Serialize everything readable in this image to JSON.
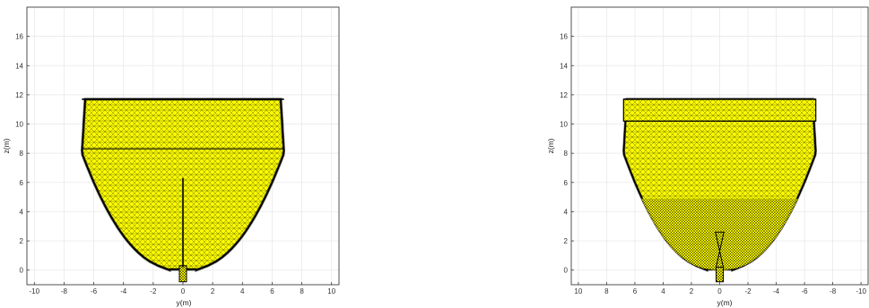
{
  "chart_data": [
    {
      "type": "mesh-plot",
      "subject": "hull-section-front",
      "xlabel": "y(m)",
      "ylabel": "z(m)",
      "xlim": [
        -10.5,
        10.5
      ],
      "ylim": [
        -1,
        18
      ],
      "xticks": [
        -10,
        -8,
        -6,
        -4,
        -2,
        0,
        2,
        4,
        6,
        8,
        10
      ],
      "yticks": [
        0,
        2,
        4,
        6,
        8,
        10,
        12,
        14,
        16
      ],
      "x_reversed": false,
      "grid": true,
      "mesh_color": "#ffff00",
      "edge_color": "#000000",
      "hull": {
        "half_beam": 6.8,
        "deck_z": 11.7,
        "keel_z": 0,
        "skeg_half_width": 0.35,
        "skeg_bottom_z": -0.8,
        "waterline_z": 8.3
      }
    },
    {
      "type": "mesh-plot",
      "subject": "hull-section-rear",
      "xlabel": "y(m)",
      "ylabel": "z(m)",
      "xlim": [
        -10.5,
        10.5
      ],
      "ylim": [
        -1,
        18
      ],
      "xticks": [
        10,
        8,
        6,
        4,
        2,
        0,
        -2,
        -4,
        -6,
        -8,
        -10
      ],
      "yticks": [
        0,
        2,
        4,
        6,
        8,
        10,
        12,
        14,
        16
      ],
      "x_reversed": true,
      "grid": true,
      "mesh_color": "#ffff00",
      "edge_color": "#000000",
      "hull": {
        "half_beam": 6.8,
        "deck_z": 11.7,
        "keel_z": 0,
        "skeg_half_width": 0.35,
        "skeg_bottom_z": -0.8,
        "waterline_z": 10.2
      }
    }
  ]
}
